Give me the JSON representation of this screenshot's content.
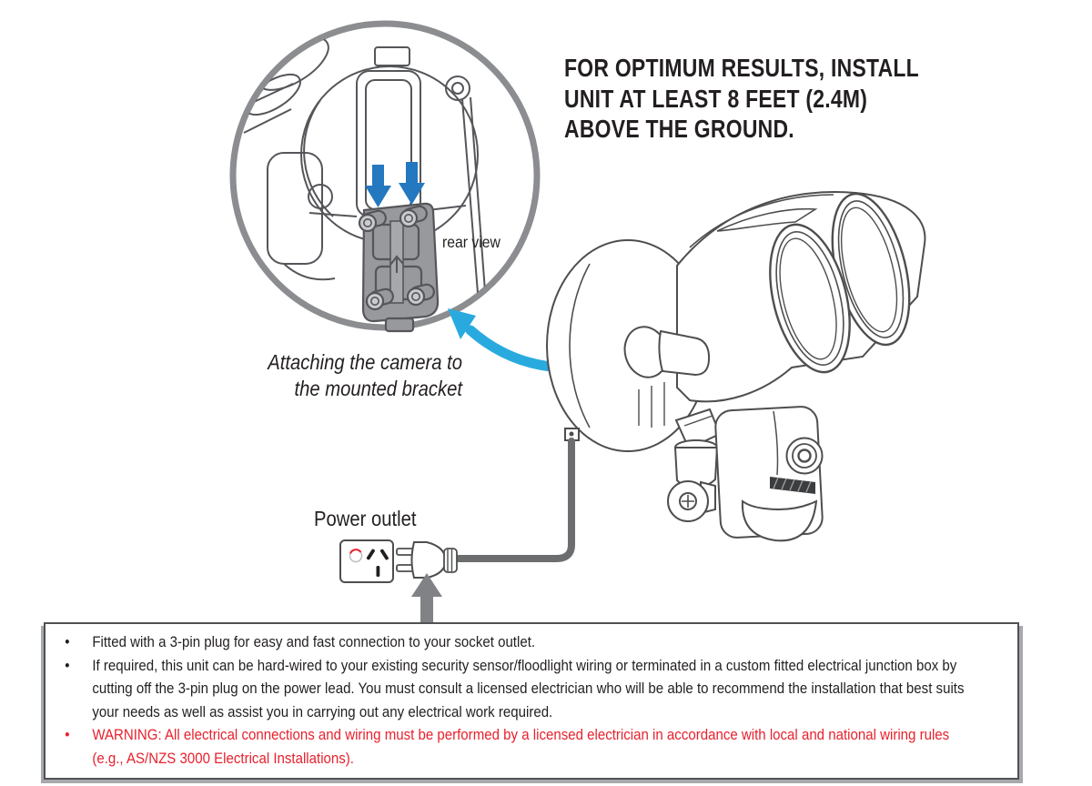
{
  "colors": {
    "blue_arrow": "#2478BF",
    "cyan_arrow": "#29AADF",
    "gray_arrow": "#808285",
    "warning_red": "#E8212D",
    "text_dark": "#231F20"
  },
  "heading": {
    "lines": [
      "FOR OPTIMUM RESULTS, INSTALL",
      "UNIT AT LEAST 8 FEET (2.4M)",
      "ABOVE THE GROUND."
    ]
  },
  "inset": {
    "label": "rear view",
    "caption_lines": [
      "Attaching the camera to",
      "the mounted bracket"
    ]
  },
  "power": {
    "label": "Power outlet"
  },
  "notes": {
    "bullet": "•",
    "items": [
      {
        "type": "normal",
        "text": "Fitted with a 3-pin plug for easy and fast connection to your socket outlet."
      },
      {
        "type": "normal",
        "text": "If required, this unit can be hard-wired to your existing security sensor/floodlight wiring or terminated in a custom fitted electrical junction box by cutting off the 3-pin plug on the power lead. You must consult a licensed electrician who will be able to recommend the installation that best suits your needs as well as assist you in carrying out any electrical work required."
      },
      {
        "type": "warning",
        "text": "WARNING: All electrical connections and wiring must be performed by a licensed electrician in accordance with local and national wiring rules (e.g., AS/NZS 3000 Electrical Installations)."
      }
    ]
  }
}
